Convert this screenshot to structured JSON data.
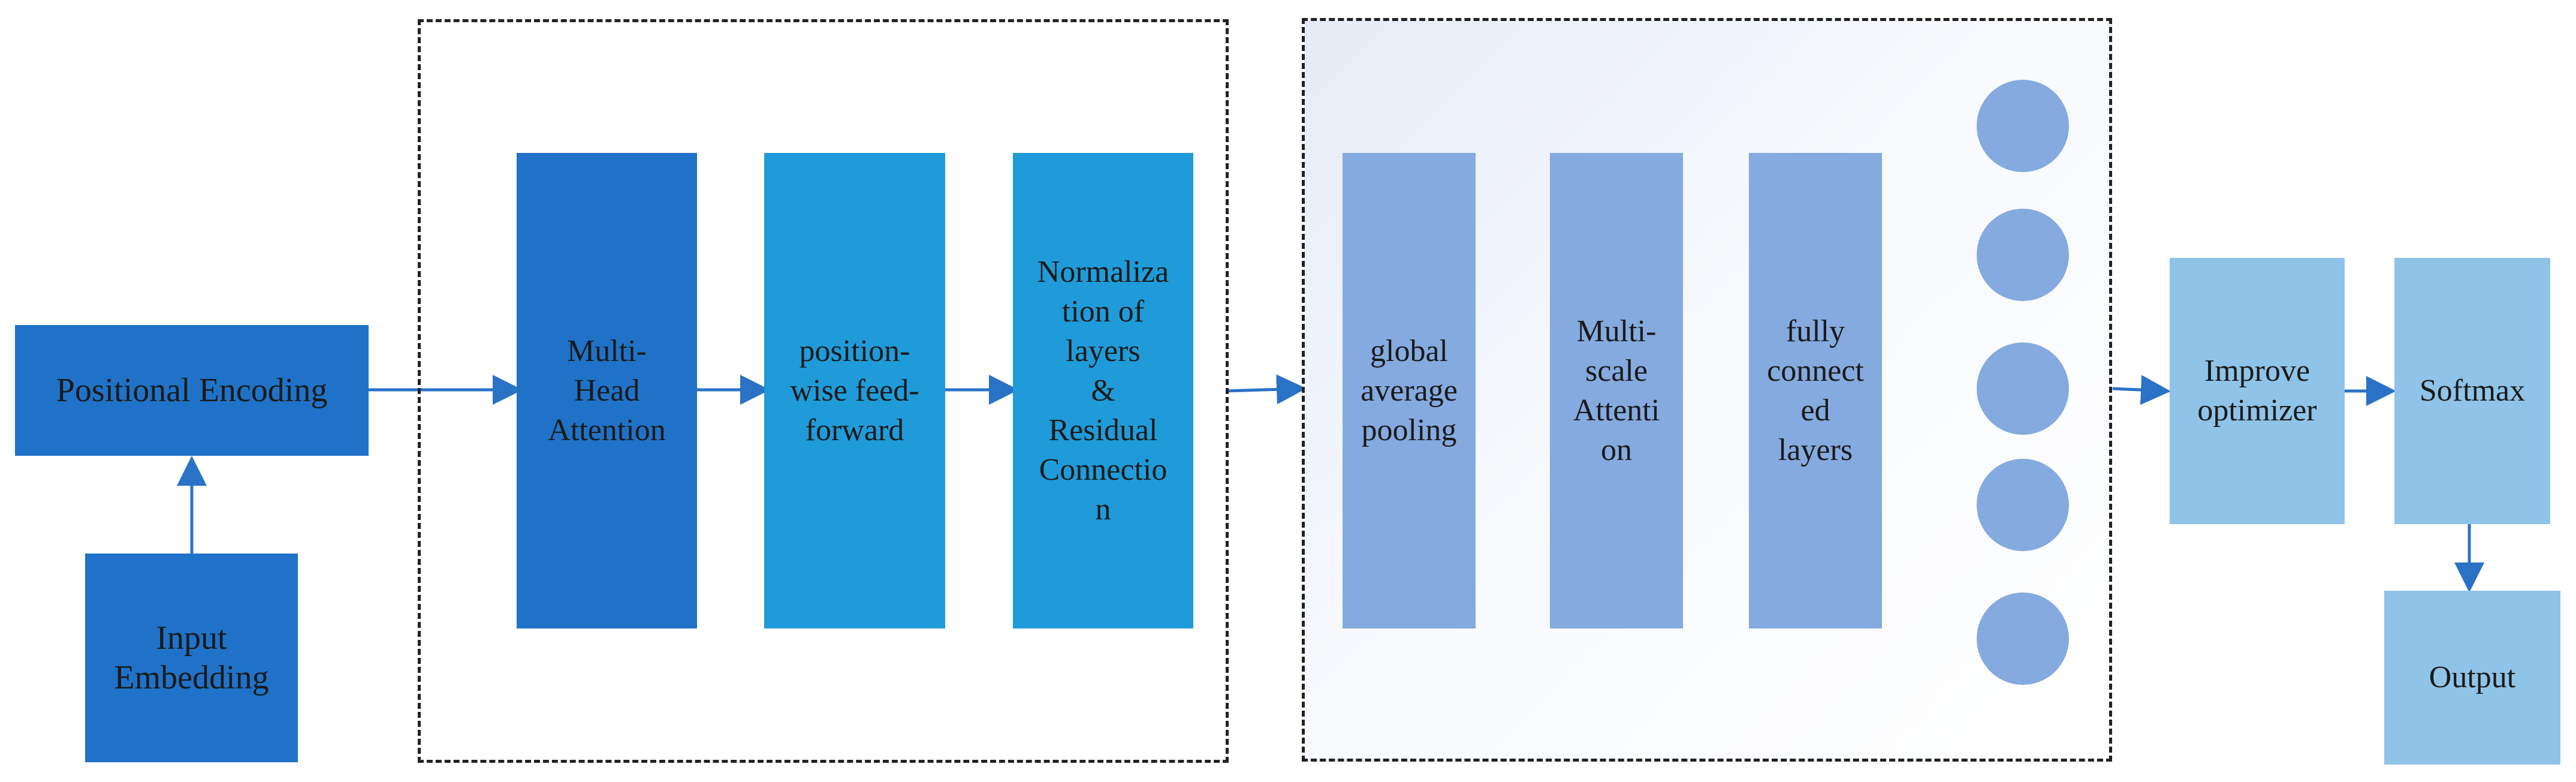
{
  "colors": {
    "arrow": "#2a72c6",
    "dark_blue": "#1f72c8",
    "mid_blue": "#1f9bd9",
    "periwinkle": "#84aadf",
    "light_blue": "#8fc3e8",
    "node": "#84aadf",
    "dashed_border": "#222222"
  },
  "blocks": {
    "positional_encoding": "Positional Encoding",
    "input_embedding": "Input\nEmbedding",
    "multi_head_attention": "Multi-\nHead\nAttention",
    "position_wise_ff": "position-\nwise feed-\nforward",
    "normalization": "Normaliza\ntion of\nlayers\n&\nResidual\nConnectio\nn",
    "global_avg_pooling": "global\naverage\npooling",
    "multi_scale_attention": "Multi-\nscale\nAttenti\non",
    "fully_connected": "fully\nconnect\ned\nlayers",
    "improve_optimizer": "Improve\noptimizer",
    "softmax": "Softmax",
    "output": "Output"
  },
  "output_nodes": 5
}
